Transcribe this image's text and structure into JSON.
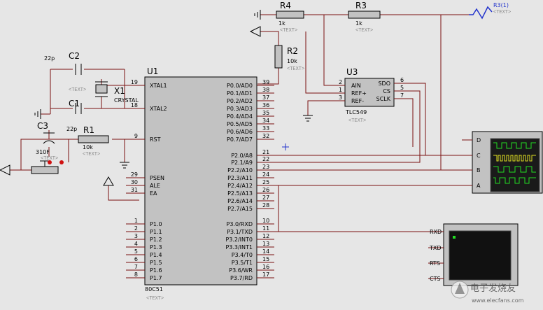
{
  "colors": {
    "background": "#e6e6e6",
    "wire": "#7a1010",
    "ic_body": "#c2c2c2",
    "scope_screen": "#1a1a1a",
    "trace_green": "#22dd22",
    "trace_yellow": "#dddd22",
    "probe_blue": "#2233cc",
    "terminal_led": "#22dd22"
  },
  "text_placeholder": "<TEXT>",
  "components": {
    "r4": {
      "ref": "R4",
      "value": "1k"
    },
    "r3": {
      "ref": "R3",
      "value": "1k"
    },
    "r2": {
      "ref": "R2",
      "value": "10k"
    },
    "r1": {
      "ref": "R1",
      "value": "10k"
    },
    "c1": {
      "ref": "C1",
      "value": "22p"
    },
    "c2": {
      "ref": "C2",
      "value": "22p"
    },
    "c3": {
      "ref": "C3",
      "value": "310F"
    },
    "x1": {
      "ref": "X1",
      "value": "CRYSTAL"
    },
    "probe": {
      "label": "R3(1)"
    },
    "u1": {
      "ref": "U1",
      "part": "80C51",
      "left_pins": [
        {
          "num": "19",
          "name": "XTAL1"
        },
        {
          "num": "18",
          "name": "XTAL2"
        },
        {
          "num": "9",
          "name": "RST"
        },
        {
          "num": "29",
          "name": "PSEN"
        },
        {
          "num": "30",
          "name": "ALE"
        },
        {
          "num": "31",
          "name": "EA"
        },
        {
          "num": "1",
          "name": "P1.0"
        },
        {
          "num": "2",
          "name": "P1.1"
        },
        {
          "num": "3",
          "name": "P1.2"
        },
        {
          "num": "4",
          "name": "P1.3"
        },
        {
          "num": "5",
          "name": "P1.4"
        },
        {
          "num": "6",
          "name": "P1.5"
        },
        {
          "num": "7",
          "name": "P1.6"
        },
        {
          "num": "8",
          "name": "P1.7"
        }
      ],
      "right_pins": [
        {
          "num": "39",
          "name": "P0.0/AD0"
        },
        {
          "num": "38",
          "name": "P0.1/AD1"
        },
        {
          "num": "37",
          "name": "P0.2/AD2"
        },
        {
          "num": "36",
          "name": "P0.3/AD3"
        },
        {
          "num": "35",
          "name": "P0.4/AD4"
        },
        {
          "num": "34",
          "name": "P0.5/AD5"
        },
        {
          "num": "33",
          "name": "P0.6/AD6"
        },
        {
          "num": "32",
          "name": "P0.7/AD7"
        },
        {
          "num": "21",
          "name": "P2.0/A8"
        },
        {
          "num": "22",
          "name": "P2.1/A9"
        },
        {
          "num": "23",
          "name": "P2.2/A10"
        },
        {
          "num": "24",
          "name": "P2.3/A11"
        },
        {
          "num": "25",
          "name": "P2.4/A12"
        },
        {
          "num": "26",
          "name": "P2.5/A13"
        },
        {
          "num": "27",
          "name": "P2.6/A14"
        },
        {
          "num": "28",
          "name": "P2.7/A15"
        },
        {
          "num": "10",
          "name": "P3.0/RXD"
        },
        {
          "num": "11",
          "name": "P3.1/TXD"
        },
        {
          "num": "12",
          "name": "P3.2/INT0"
        },
        {
          "num": "13",
          "name": "P3.3/INT1"
        },
        {
          "num": "14",
          "name": "P3.4/T0"
        },
        {
          "num": "15",
          "name": "P3.5/T1"
        },
        {
          "num": "16",
          "name": "P3.6/WR"
        },
        {
          "num": "17",
          "name": "P3.7/RD"
        }
      ]
    },
    "u3": {
      "ref": "U3",
      "part": "TLC549",
      "left_pins": [
        {
          "num": "2",
          "name": "AIN"
        },
        {
          "num": "1",
          "name": "REF+"
        },
        {
          "num": "3",
          "name": "REF-"
        }
      ],
      "right_pins": [
        {
          "num": "6",
          "name": "SDO"
        },
        {
          "num": "5",
          "name": "CS"
        },
        {
          "num": "7",
          "name": "SCLK"
        }
      ]
    },
    "scope": {
      "channels": [
        "D",
        "C",
        "B",
        "A"
      ]
    },
    "terminal": {
      "pins": [
        "RXD",
        "TXD",
        "RTS",
        "CTS"
      ]
    }
  },
  "watermark": {
    "text": "电子发烧友",
    "url": "www.elecfans.com"
  }
}
